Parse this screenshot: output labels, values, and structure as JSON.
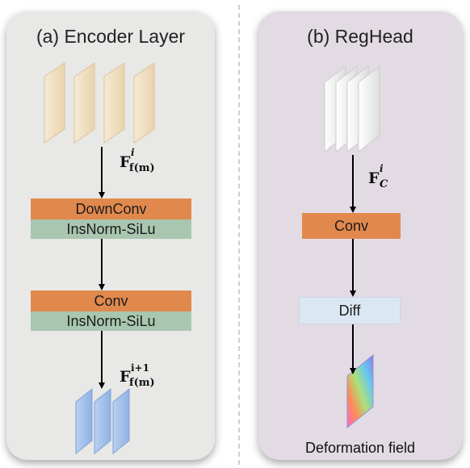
{
  "panel_a": {
    "title": "(a) Encoder Layer",
    "input_label": {
      "main": "F",
      "sup": "i",
      "sub": "f(m)"
    },
    "block1": {
      "top": "DownConv",
      "bottom": "InsNorm-SiLu"
    },
    "block2": {
      "top": "Conv",
      "bottom": "InsNorm-SiLu"
    },
    "output_label": {
      "main": "F",
      "sup": "i+1",
      "sub": "f(m)"
    }
  },
  "panel_b": {
    "title": "(b) RegHead",
    "input_label": {
      "main": "F",
      "sup": "i",
      "sub": "C"
    },
    "conv": "Conv",
    "diff": "Diff",
    "output": "Deformation field"
  },
  "colors": {
    "panel_a_bg": "#e8e8e6",
    "panel_b_bg": "#e3dbe3",
    "conv": "#e1894d",
    "norm": "#a9c6b0",
    "diff": "#dbe8f4",
    "feature_input": "#f3e5cc",
    "feature_output": "#a7c4ea",
    "feature_reghead": "#f0f0f0"
  }
}
